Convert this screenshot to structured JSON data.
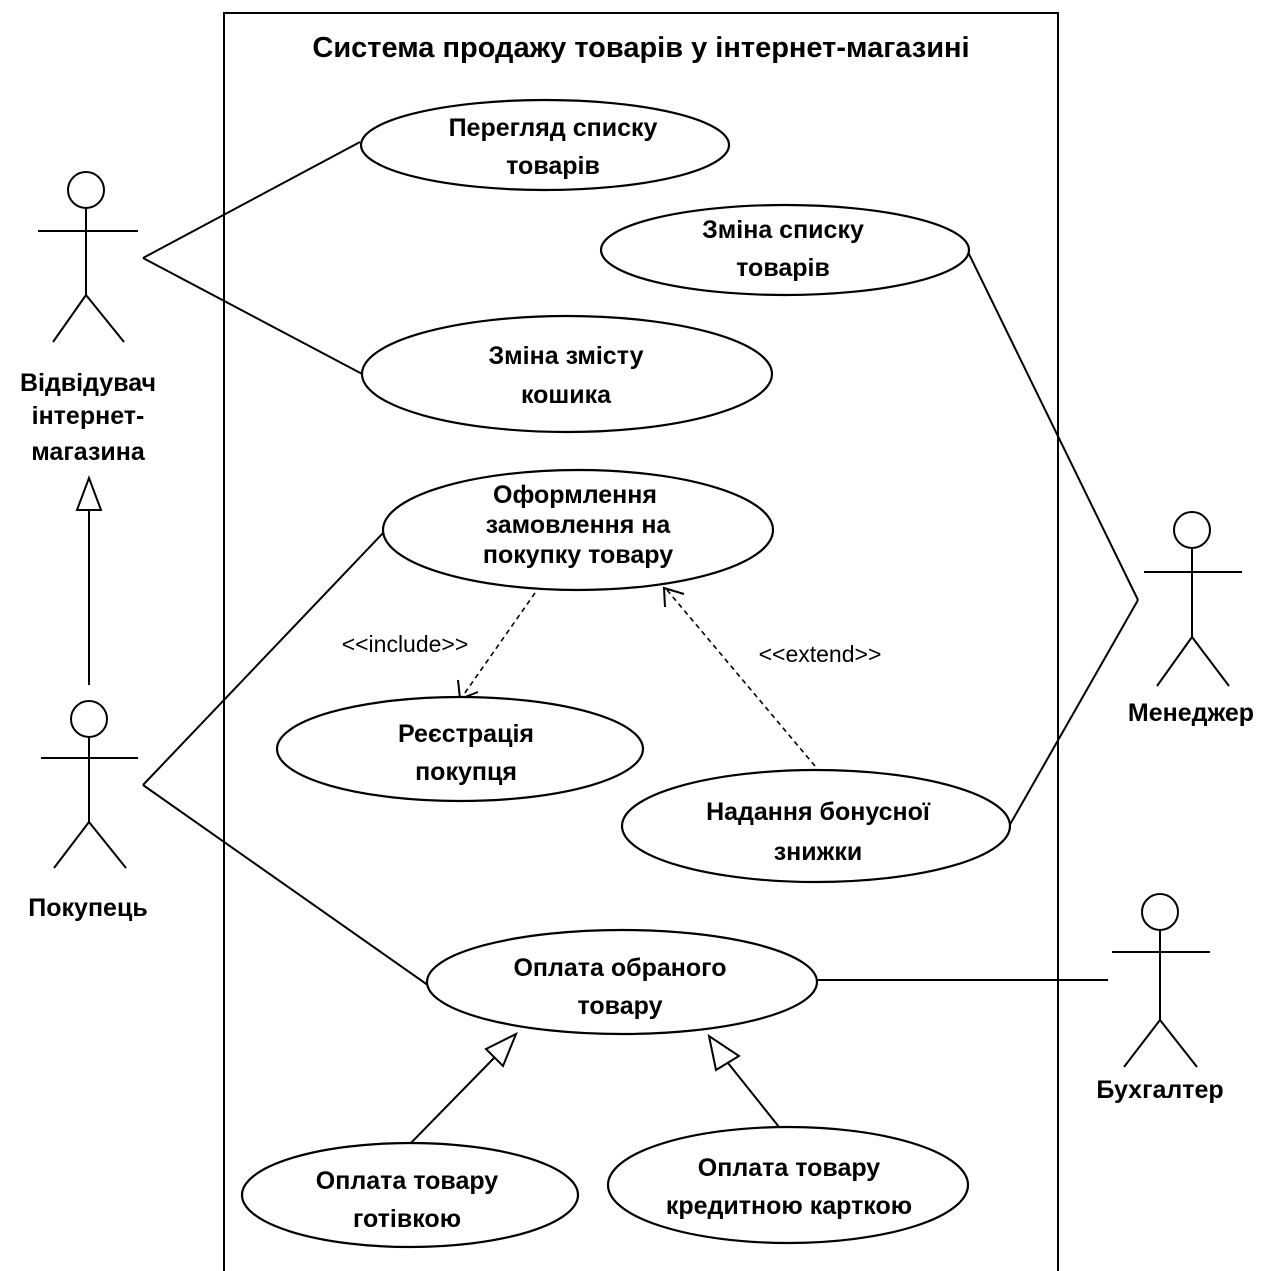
{
  "system": {
    "title": "Система продажу товарів у інтернет-магазині"
  },
  "actors": {
    "visitor": [
      "Відвідувач",
      "інтернет-",
      "магазина"
    ],
    "buyer": [
      "Покупець"
    ],
    "manager": [
      "Менеджер"
    ],
    "accountant": [
      "Бухгалтер"
    ]
  },
  "use_cases": {
    "view_list": [
      "Перегляд списку",
      "товарів"
    ],
    "change_list": [
      "Зміна списку",
      "товарів"
    ],
    "change_cart": [
      "Зміна змісту",
      "кошика"
    ],
    "order": [
      "Оформлення",
      "замовлення на",
      "покупку товару"
    ],
    "registration": [
      "Реєстрація",
      "покупця"
    ],
    "bonus": [
      "Надання бонусної",
      "знижки"
    ],
    "payment": [
      "Оплата обраного",
      "товару"
    ],
    "pay_cash": [
      "Оплата товару",
      "готівкою"
    ],
    "pay_card": [
      "Оплата товару",
      "кредитною карткою"
    ]
  },
  "relations": {
    "include": "<<include>>",
    "extend": "<<extend>>"
  }
}
